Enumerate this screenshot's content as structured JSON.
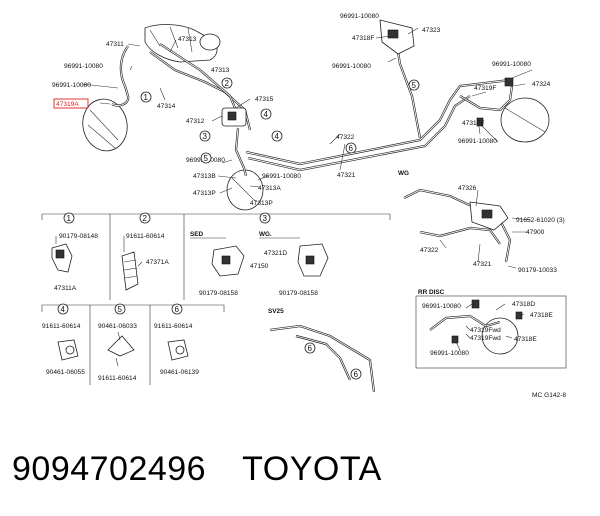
{
  "caption": {
    "part_number": "9094702496",
    "brand": "TOYOTA"
  },
  "highlight_color": "#d22222",
  "diagram": {
    "code": "MC G142-8",
    "main_labels": {
      "l47311": "47311",
      "l47313": "47313",
      "l96991a": "96991-10080",
      "l96991b": "96991-10080",
      "l47319a": "47319A",
      "l47314": "47314",
      "l47315": "47315",
      "l47312": "47312",
      "l96991c": "96991-10080",
      "l47313b": "47313B",
      "l47313p": "47313P",
      "l47313p2": "47313P",
      "l47313a": "47313A",
      "l96991d": "96991-10080",
      "l47322": "47322",
      "l47321": "47321",
      "l96991e": "96991-10080",
      "l47323": "47323",
      "l47318": "47318F",
      "l96991f": "96991-10080",
      "l96991g": "96991-10080",
      "l47324": "47324",
      "l47319f": "47319F",
      "l47317": "47317F",
      "l96991h": "96991-10080"
    },
    "circles": [
      "1",
      "2",
      "3",
      "4",
      "5",
      "6"
    ],
    "wg": {
      "title": "WG",
      "l47326": "47326",
      "l91652": "91652-61020 (3)",
      "l47900": "47900",
      "l47322": "47322",
      "l47321": "47321",
      "l90179": "90179-10033"
    },
    "details": {
      "d1": {
        "num": "1",
        "clip": "90179-08148",
        "part": "47311A"
      },
      "d2": {
        "num": "2",
        "bolt": "91611-60614",
        "part": "47371A"
      },
      "d3": {
        "num": "3",
        "sed": "SED",
        "wg": "WG.",
        "p1": "47150",
        "p2": "47321D",
        "c1": "90179-08158",
        "c2": "90179-08158"
      },
      "d4": {
        "num": "4",
        "bolt": "91611-60614",
        "clip": "90461-06055"
      },
      "d5": {
        "num": "5",
        "top": "90461-06033",
        "bolt": "91611-60614"
      },
      "d6": {
        "num": "6",
        "bolt": "91611-60614",
        "clip": "90461-06139"
      }
    },
    "sv25": {
      "title": "SV25",
      "c1": "6",
      "c2": "6"
    },
    "rr_disc": {
      "title": "RR DISC",
      "l1": "96991-10080",
      "l2": "47318D",
      "l3": "47318E",
      "l4": "47319Fwd",
      "l5": "47319Fwd",
      "l6": "47318E",
      "l7": "96991-10080"
    }
  }
}
